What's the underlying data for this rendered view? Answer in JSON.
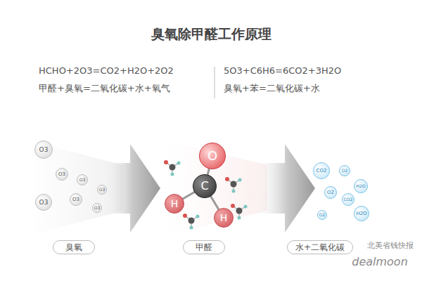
{
  "diagram": {
    "title": "臭氧除甲醛工作原理",
    "nodes": [
      {
        "text": [
          "O3"
        ]
      },
      {
        "text": [
          "O3"
        ]
      },
      {
        "text": [
          "O3"
        ]
      },
      {
        "text": [
          "O3"
        ]
      },
      {
        "text": [
          "O3"
        ]
      },
      {
        "text": [
          "O3"
        ]
      },
      {
        "text": [
          "O3"
        ]
      },
      {
        "text": [
          "O"
        ]
      },
      {
        "text": [
          "C"
        ]
      },
      {
        "text": [
          "H"
        ]
      },
      {
        "text": [
          "H"
        ]
      },
      {
        "text": [
          "CO2"
        ]
      },
      {
        "text": [
          "O2"
        ]
      },
      {
        "text": [
          "H2O"
        ]
      },
      {
        "text": [
          "O2"
        ]
      },
      {
        "text": [
          "CO2"
        ]
      },
      {
        "text": [
          "H2O"
        ]
      },
      {
        "text": [
          "O2"
        ]
      },
      {
        "text": [
          "臭氧"
        ]
      },
      {
        "text": [
          "甲醛"
        ]
      },
      {
        "text": [
          "水+二氧化碳"
        ]
      }
    ],
    "labels": [
      "HCHO+2O3=CO2+H2O+2O2",
      "甲醛+臭氧=二氧化碳+水+氧气",
      "5O3+C6H6=6CO2+3H2O",
      "臭氧+苯=二氧化碳+水",
      "北美省钱快报",
      "dealmoon"
    ]
  }
}
